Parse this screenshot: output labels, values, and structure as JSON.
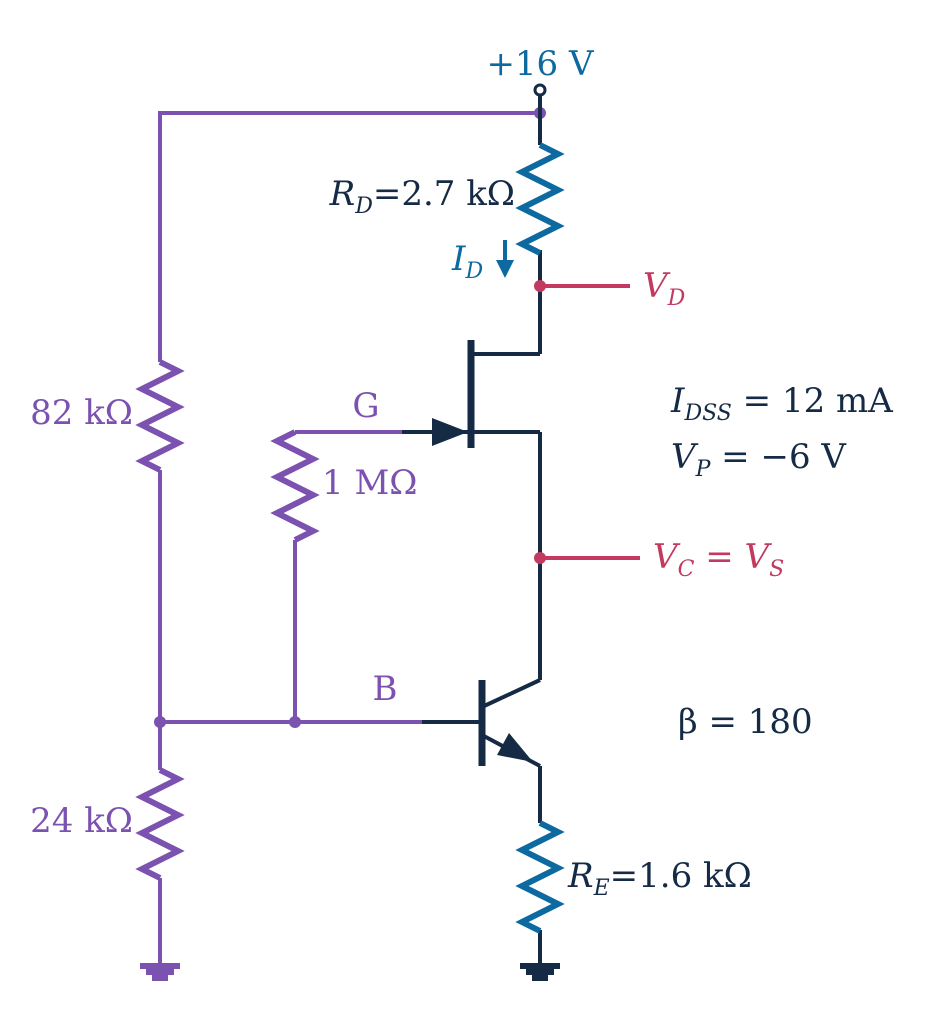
{
  "colors": {
    "purple": "#7b52b0",
    "blue": "#0d6aa0",
    "navy": "#142a45",
    "red": "#c23a5f"
  },
  "supply": {
    "label": "+16 V"
  },
  "rd": {
    "symbol": "R",
    "sub": "D",
    "value": "=2.7 kΩ"
  },
  "id_current": {
    "symbol": "I",
    "sub": "D"
  },
  "vd": {
    "symbol": "V",
    "sub": "D"
  },
  "jfet": {
    "gate_label": "G",
    "idss_symbol": "I",
    "idss_sub": "DSS",
    "idss_value": " = 12 mA",
    "vp_symbol": "V",
    "vp_sub": "P",
    "vp_value": " = −6 V"
  },
  "r_top": {
    "value": "82 kΩ"
  },
  "r_gate": {
    "value": "1 MΩ"
  },
  "vc_vs": {
    "c_symbol": "V",
    "c_sub": "C",
    "eq": " = ",
    "s_symbol": "V",
    "s_sub": "S"
  },
  "bjt": {
    "base_label": "B",
    "beta": "β = 180"
  },
  "r_bottom": {
    "value": "24 kΩ"
  },
  "re": {
    "symbol": "R",
    "sub": "E",
    "value": "=1.6 kΩ"
  }
}
